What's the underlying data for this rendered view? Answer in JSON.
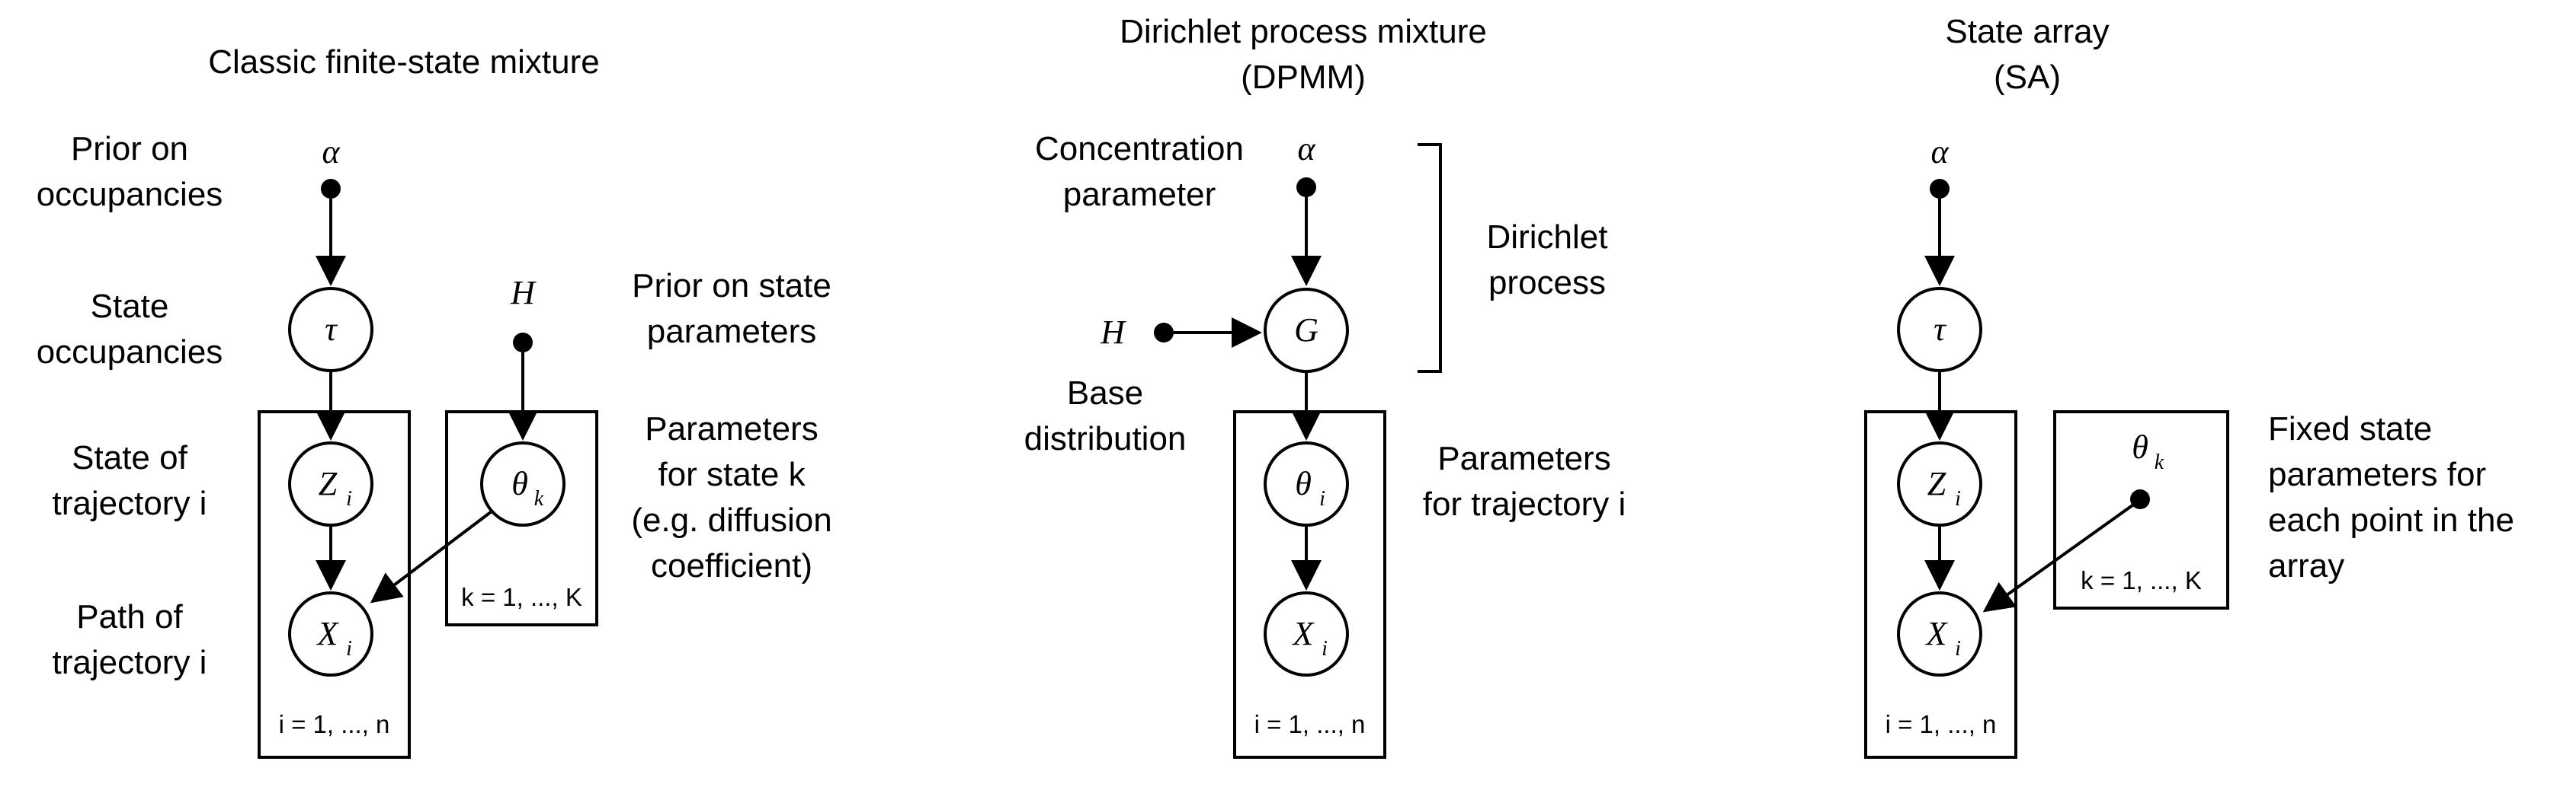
{
  "panels": [
    {
      "title": "Classic finite-state mixture",
      "labels": {
        "prior_on_occupancies": "Prior on\noccupancies",
        "state_occupancies": "State\noccupancies",
        "state_of_trajectory": "State of\ntrajectory i",
        "path_of_trajectory": "Path of\ntrajectory i",
        "prior_on_state_parameters": "Prior on state\nparameters",
        "parameters_for_state": "Parameters\nfor state k\n(e.g. diffusion\ncoefficient)"
      },
      "nodes": {
        "alpha": "α",
        "tau": "τ",
        "H": "H",
        "Z": "Z",
        "Z_sub": "i",
        "theta": "θ",
        "theta_sub": "k",
        "X": "X",
        "X_sub": "i"
      },
      "plates": {
        "trajectories": "i = 1, ..., n",
        "states": "k = 1, ..., K"
      }
    },
    {
      "title": "Dirichlet process mixture\n(DPMM)",
      "labels": {
        "concentration_parameter": "Concentration\nparameter",
        "base_distribution": "Base\ndistribution",
        "dirichlet_process": "Dirichlet\nprocess",
        "parameters_for_trajectory": "Parameters\nfor trajectory i"
      },
      "nodes": {
        "alpha": "α",
        "H": "H",
        "G": "G",
        "theta": "θ",
        "theta_sub": "i",
        "X": "X",
        "X_sub": "i"
      },
      "plates": {
        "trajectories": "i = 1, ..., n"
      }
    },
    {
      "title": "State array\n(SA)",
      "labels": {
        "fixed_state_parameters": "Fixed state\nparameters for\neach point in the\narray"
      },
      "nodes": {
        "alpha": "α",
        "tau": "τ",
        "Z": "Z",
        "Z_sub": "i",
        "theta": "θ",
        "theta_sub": "k",
        "X": "X",
        "X_sub": "i"
      },
      "plates": {
        "trajectories": "i = 1, ..., n",
        "states": "k = 1, ..., K"
      }
    }
  ]
}
